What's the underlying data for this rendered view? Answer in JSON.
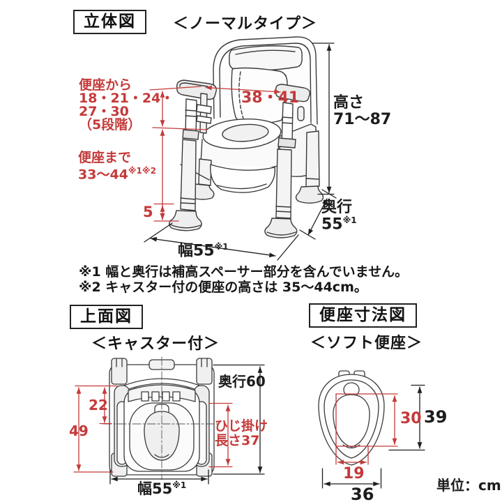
{
  "colors": {
    "dimension_red": "#c43a3a",
    "ink": "#1c1c1c"
  },
  "unit_label": "単位：cm",
  "perspective_view": {
    "title": "立体図",
    "subtitle": "＜ノーマルタイプ＞",
    "from_seat": {
      "line1": "便座から",
      "line2": "18・21・24・",
      "line3": "27・30",
      "line4": "（5段階）"
    },
    "to_seat": {
      "label": "便座まで",
      "value": "33〜44",
      "refs": "※1※2"
    },
    "between_armrests": "38・41",
    "height": {
      "label": "高さ",
      "value": "71〜87"
    },
    "depth": {
      "label": "奥行",
      "value": "55",
      "ref": "※1"
    },
    "width": {
      "value": "幅55",
      "ref": "※1"
    },
    "spacer": "5"
  },
  "notes": {
    "note1": "※1 幅と奥行は補高スペーサー部分を含んでいません。",
    "note2": "※2 キャスター付の便座の高さは 35〜44cm。"
  },
  "top_view": {
    "title": "上面図",
    "subtitle": "＜キャスター付＞",
    "depth": "奥行60",
    "dim_22": "22",
    "dim_49": "49",
    "armrest": {
      "line1": "ひじ掛け",
      "line2": "長さ37"
    },
    "width": {
      "value": "幅55",
      "ref": "※1"
    }
  },
  "seat_view": {
    "title": "便座寸法図",
    "subtitle": "＜ソフト便座＞",
    "outer_depth": "39",
    "inner_depth": "30",
    "inner_width": "19",
    "outer_width": "36"
  }
}
